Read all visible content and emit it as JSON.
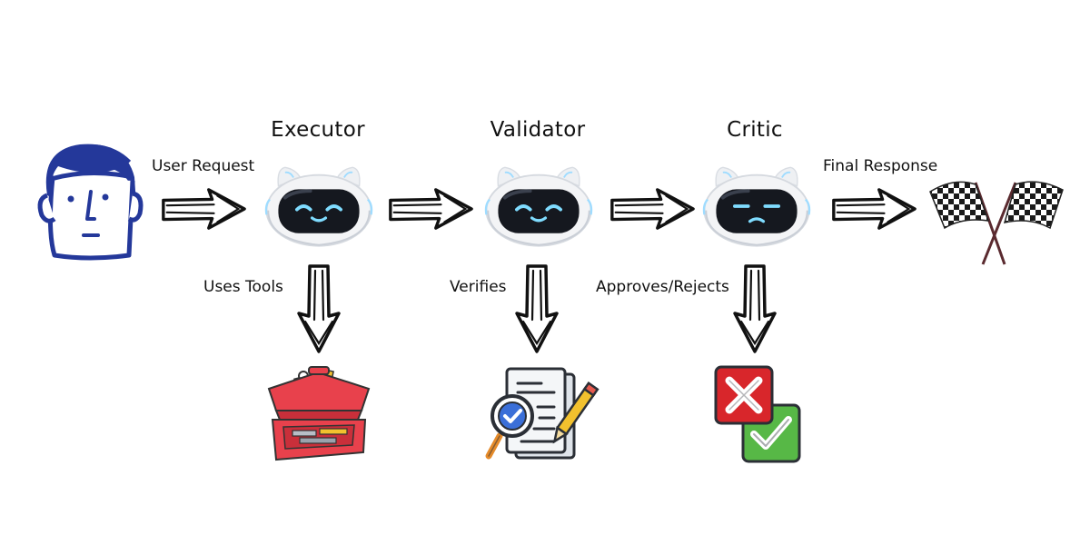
{
  "diagram": {
    "agents": [
      {
        "id": "executor",
        "title": "Executor"
      },
      {
        "id": "validator",
        "title": "Validator"
      },
      {
        "id": "critic",
        "title": "Critic"
      }
    ],
    "edges": {
      "user_request": "User Request",
      "final_response": "Final Response",
      "uses_tools": "Uses Tools",
      "verifies": "Verifies",
      "approves_rejects": "Approves/Rejects"
    },
    "icons": {
      "user": "user-face-icon",
      "robot": "robot-head-icon",
      "toolbox": "toolbox-icon",
      "document_check": "document-magnifier-check-icon",
      "approve_reject": "x-and-check-icon",
      "finish": "checkered-flags-icon"
    },
    "colors": {
      "user_blue": "#24389a",
      "robot_face": "#15181f",
      "robot_eye": "#7fdcff",
      "toolbox_red": "#e8414c",
      "reject_red": "#d8262b",
      "approve_green": "#57b846",
      "pencil_yellow": "#f2c12e",
      "flag_pole": "#5a2a2f"
    }
  }
}
